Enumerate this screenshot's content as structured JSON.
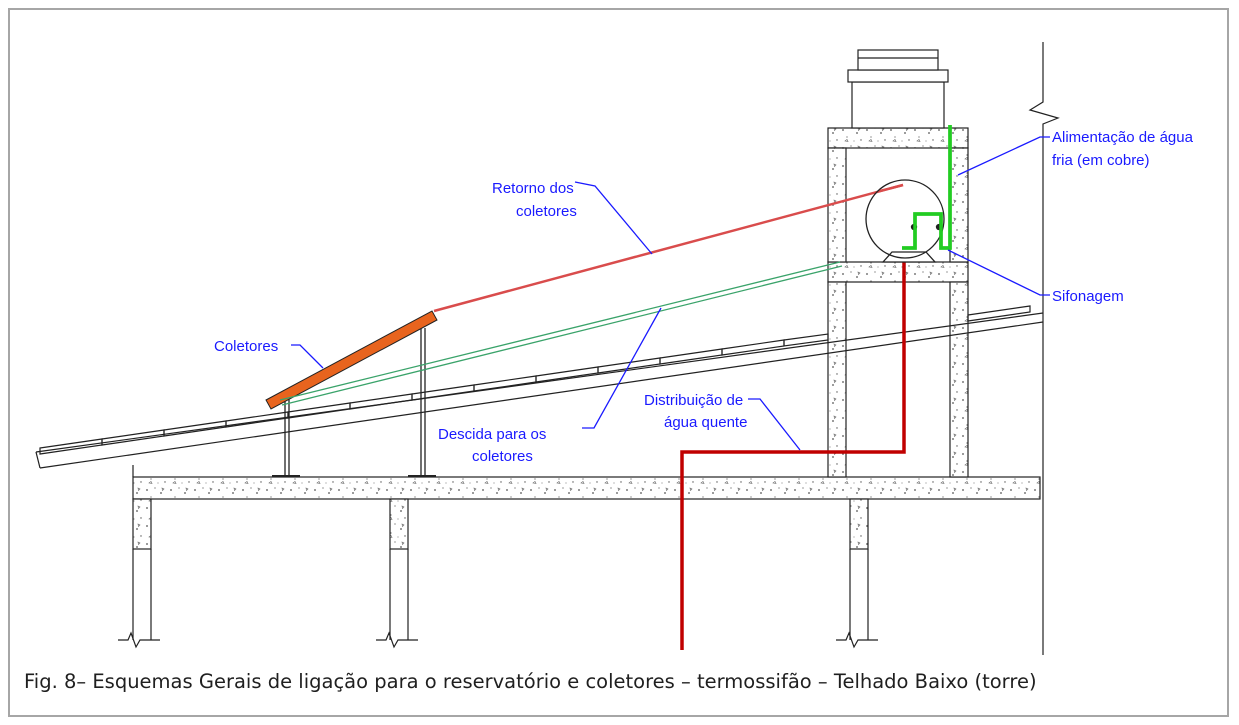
{
  "labels": {
    "retorno_1": "Retorno dos",
    "retorno_2": "coletores",
    "coletores": "Coletores",
    "descida_1": "Descida para os",
    "descida_2": "coletores",
    "alimentacao_1": "Alimentação de água",
    "alimentacao_2": "fria (em cobre)",
    "sifonagem": "Sifonagem",
    "distribuicao_1": "Distribuição de",
    "distribuicao_2": "água quente"
  },
  "caption": "Fig. 8– Esquemas Gerais de ligação para o reservatório e coletores – termossifão – Telhado Baixo (torre)",
  "colors": {
    "label": "#1a1aff",
    "hot_pipe": "#c00000",
    "return_pipe": "#d94c4c",
    "descent_pipe": "#3aa36a",
    "cold_pipe": "#22cc22",
    "collector": "#e8641e",
    "line": "#222222"
  }
}
